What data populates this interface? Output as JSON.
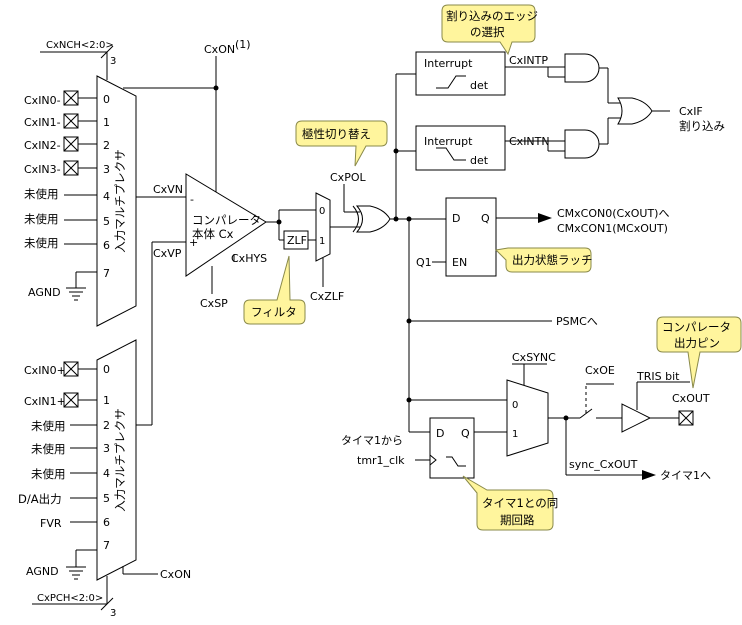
{
  "callouts": {
    "edge_select": [
      "割り込みのエッジ",
      "の選択"
    ],
    "polarity": "極性切り替え",
    "filter": "フィルタ",
    "output_latch": "出力状態ラッチ",
    "comp_pin": [
      "コンパレータ",
      "出力ピン"
    ],
    "sync": [
      "タイマ1との同",
      "期回路"
    ]
  },
  "mux_top": {
    "bus": "CxNCH<2:0>",
    "bus_width": "3",
    "label": "入力マルチプレクサ",
    "inputs": [
      "CxIN0-",
      "CxIN1-",
      "CxIN2-",
      "CxIN3-",
      "未使用",
      "未使用",
      "未使用",
      "AGND"
    ],
    "indices": [
      "0",
      "1",
      "2",
      "3",
      "4",
      "5",
      "6",
      "7"
    ]
  },
  "mux_bottom": {
    "bus": "CxPCH<2:0>",
    "bus_width": "3",
    "label": "入力マルチプレクサ",
    "inputs": [
      "CxIN0+",
      "CxIN1+",
      "未使用",
      "未使用",
      "未使用",
      "D/A出力",
      "FVR",
      "AGND"
    ],
    "indices": [
      "0",
      "1",
      "2",
      "3",
      "4",
      "5",
      "6",
      "7"
    ],
    "enable": "CxON"
  },
  "comparator": {
    "on": "CxON",
    "on_sup": "(1)",
    "vn": "CxVN",
    "vp": "CxVP",
    "minus": "-",
    "plus": "+",
    "line1": "コンパレータ",
    "line2": "本体 Cx",
    "hys": "CxHYS",
    "sp": "CxSP"
  },
  "filter": {
    "zlf": "ZLF",
    "sel0": "0",
    "sel1": "1",
    "cxzlf": "CxZLF"
  },
  "polarity": {
    "cxpol": "CxPOL"
  },
  "interrupts": {
    "p_title": "Interrupt",
    "p_det": "det",
    "p_out": "CxINTP",
    "n_title": "Interrupt",
    "n_det": "det",
    "n_out": "CxINTN",
    "cxif": "CxIF",
    "cxif_jp": "割り込み"
  },
  "latch": {
    "d": "D",
    "q": "Q",
    "en": "EN",
    "q1": "Q1",
    "out1": "CMxCON0(CxOUT)へ",
    "out2": "CMxCON1(MCxOUT)"
  },
  "psmc": "PSMCへ",
  "sync": {
    "cxsync": "CxSYNC",
    "in0": "0",
    "in1": "1",
    "d": "D",
    "q": "Q",
    "timer_from": "タイマ1から",
    "clk": "tmr1_clk",
    "sync_out": "sync_CxOUT",
    "timer_to": "タイマ1へ"
  },
  "output": {
    "cxoe": "CxOE",
    "tris": "TRIS bit",
    "cxout": "CxOUT"
  }
}
